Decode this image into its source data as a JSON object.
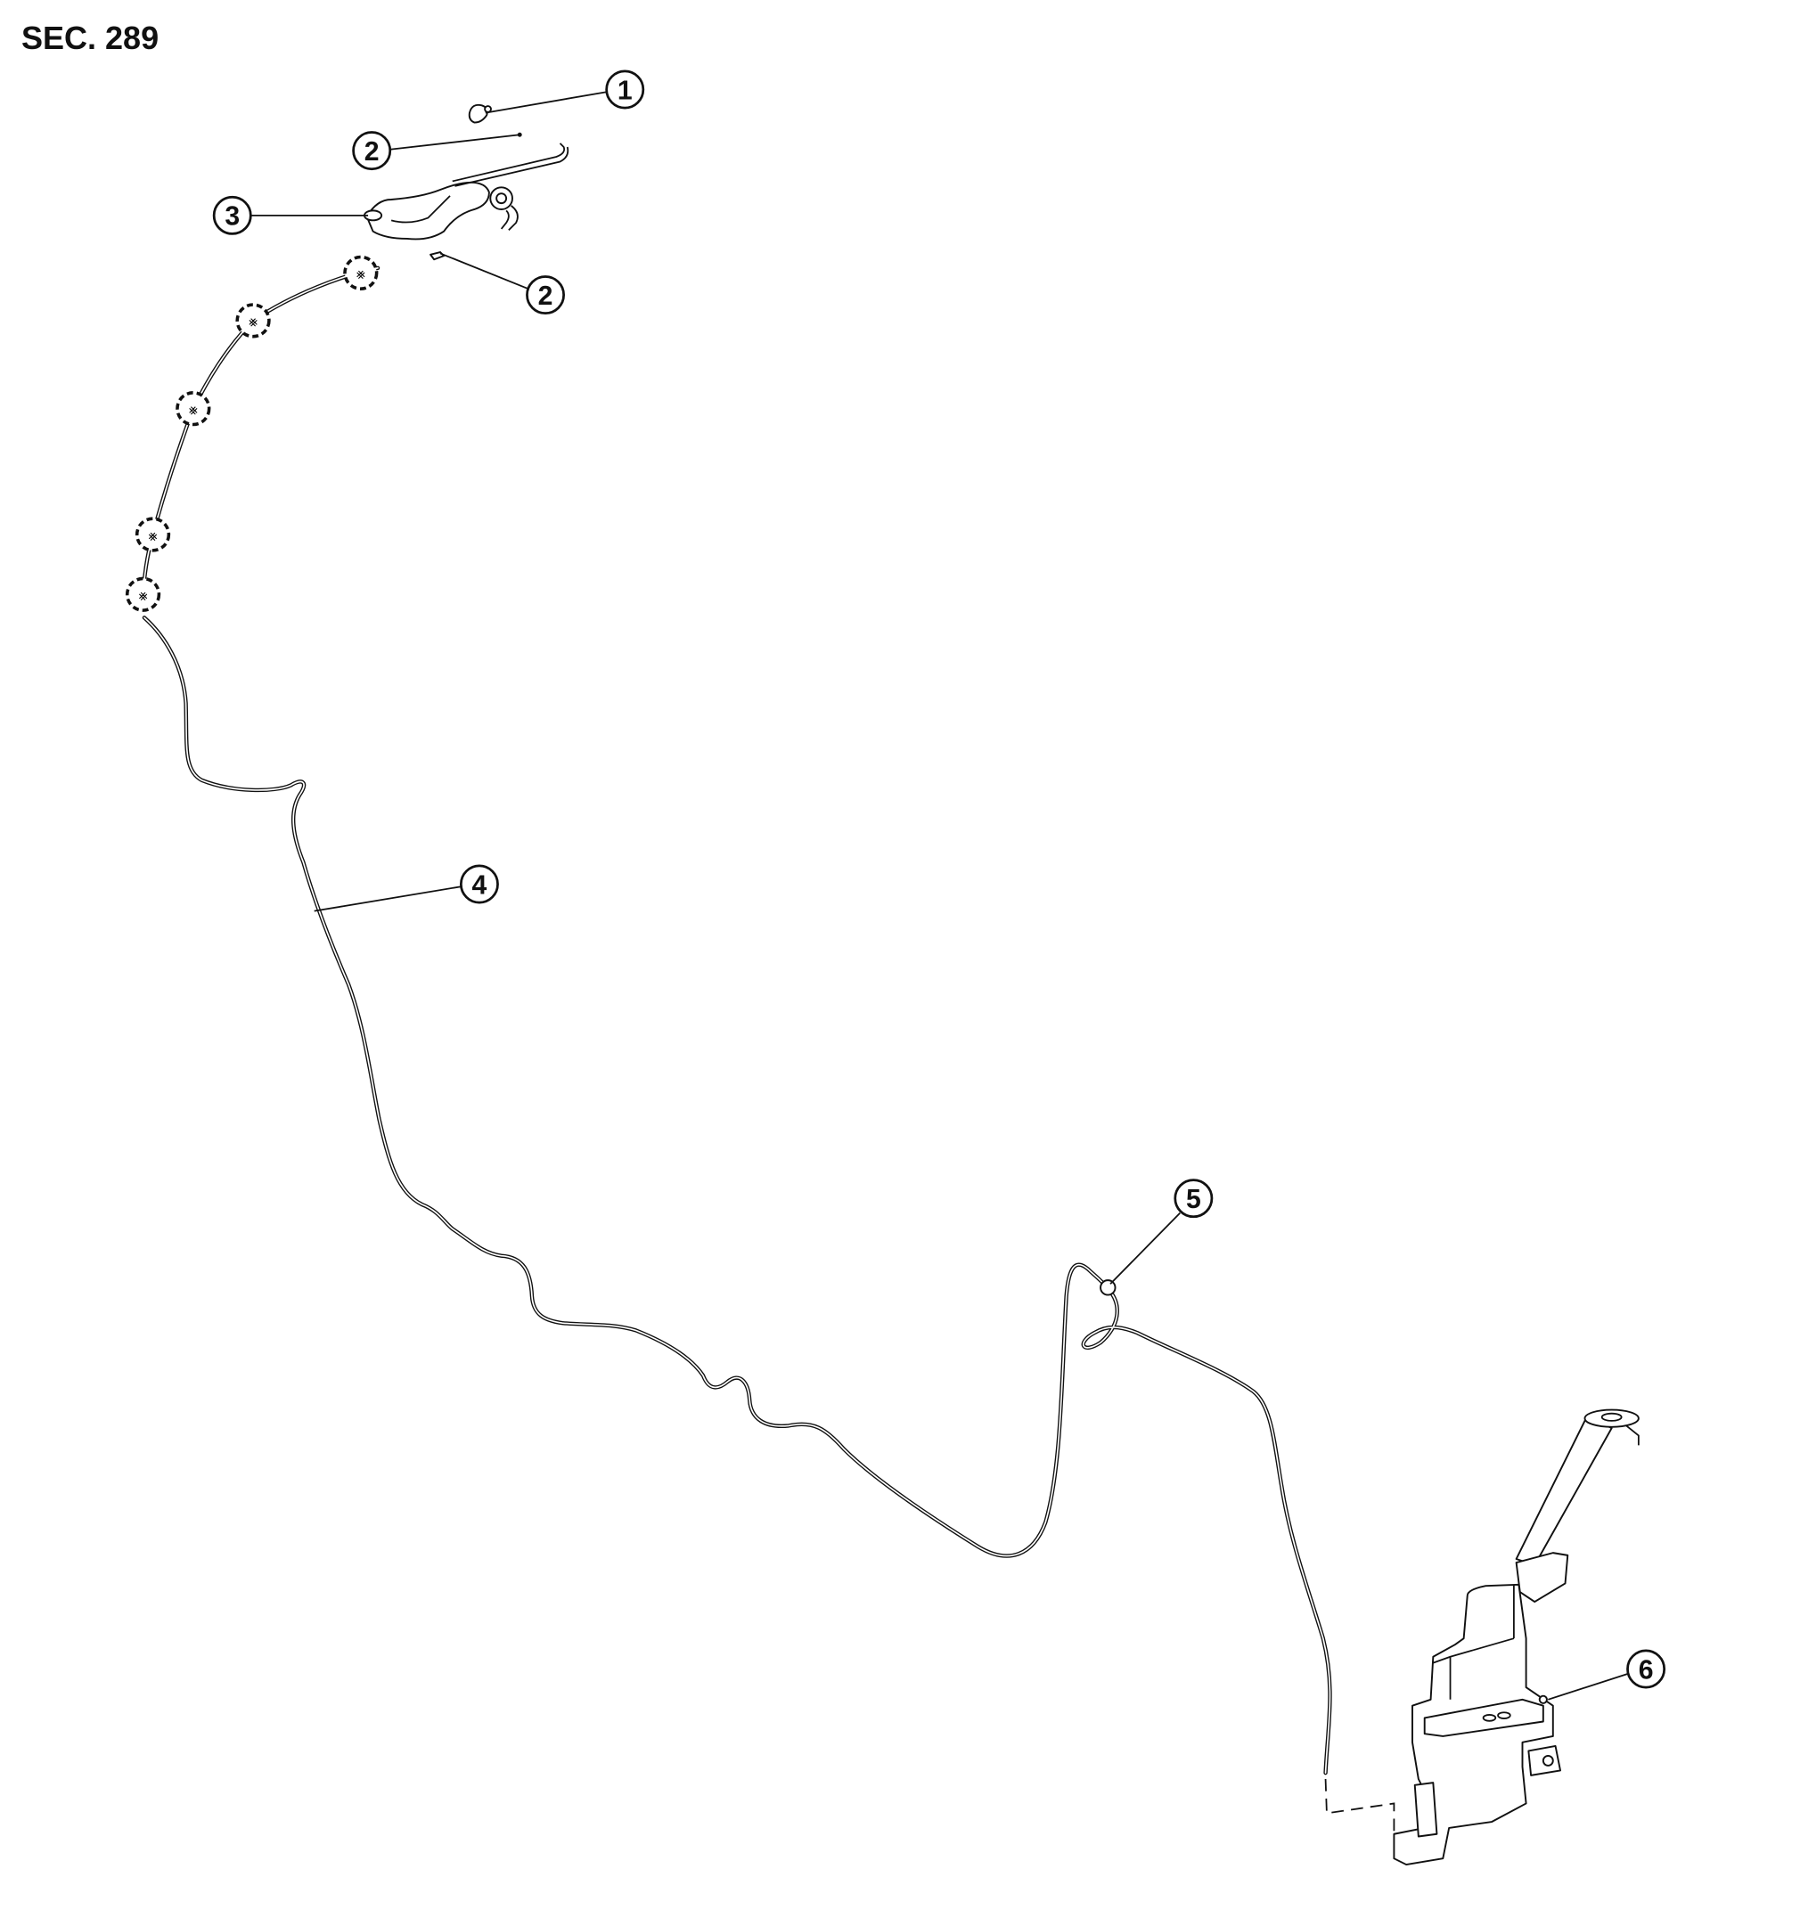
{
  "section_label": "SEC. 289",
  "callouts": [
    {
      "number": "1"
    },
    {
      "number": "2"
    },
    {
      "number": "3"
    },
    {
      "number": "2"
    },
    {
      "number": "4"
    },
    {
      "number": "5"
    },
    {
      "number": "6"
    }
  ]
}
